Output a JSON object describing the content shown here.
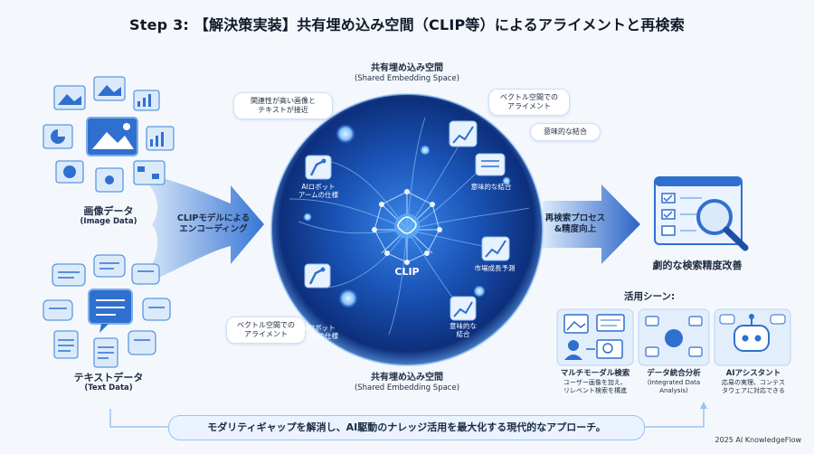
{
  "title": "Step 3: 【解決策実装】共有埋め込み空間（CLIP等）によるアライメントと再検索",
  "space_top": {
    "line1": "共有埋め込み空間",
    "line2": "(Shared Embedding Space)"
  },
  "space_bottom": {
    "line1": "共有埋め込み空間",
    "line2": "(Shared Embedding Space)"
  },
  "image_data": {
    "label": "画像データ",
    "sub": "(Image Data)"
  },
  "text_data": {
    "label": "テキストデータ",
    "sub": "(Text Data)"
  },
  "encode_arrow": {
    "line1": "CLIPモデルによる",
    "line2": "エンコーディング"
  },
  "research_arrow": {
    "line1": "再検索プロセス",
    "line2": "&精度向上"
  },
  "bubbles": {
    "related": {
      "line1": "関連性が高い画像と",
      "line2": "テキストが接近"
    },
    "vector_align_top": {
      "line1": "ベクトル空間での",
      "line2": "アライメント"
    },
    "semantic_top": "意味的な結合",
    "vector_align_bottom": {
      "line1": "ベクトル空間での",
      "line2": "アライメント"
    }
  },
  "inner_labels": {
    "robot_arm_top": {
      "line1": "AIロボット",
      "line2": "アームの仕様"
    },
    "semantic_mid": "意味的な結合",
    "market": "市場成長予測",
    "robot_arm_bottom": {
      "line1": "AIロボット",
      "line2": "アームの仕様"
    },
    "semantic_bottom": {
      "line1": "意味的な",
      "line2": "結合"
    },
    "clip": "CLIP"
  },
  "result": "劇的な検索精度改善",
  "usecases": {
    "heading": "活用シーン:",
    "items": [
      {
        "label": "マルチモーダル検索",
        "sub1": "ユーザー画像を加え、",
        "sub2": "リレベント検索を構進"
      },
      {
        "label": "データ統合分析",
        "sub1": "(Integrated Data",
        "sub2": "Analysis)"
      },
      {
        "label": "AIアシスタント",
        "sub1": "応易の実理、コンテス",
        "sub2": "タウェアに対応できる"
      }
    ]
  },
  "banner": "モダリティギャップを解消し、AI駆動のナレッジ活用を最大化する現代的なアプローチ。",
  "footer": "2025 AI KnowledgeFlow",
  "colors": {
    "accent": "#2f6fd0",
    "sphere_core": "#0b2a6e",
    "sphere_edge": "#5fa2ea",
    "tile_fill": "#dbeafb"
  }
}
